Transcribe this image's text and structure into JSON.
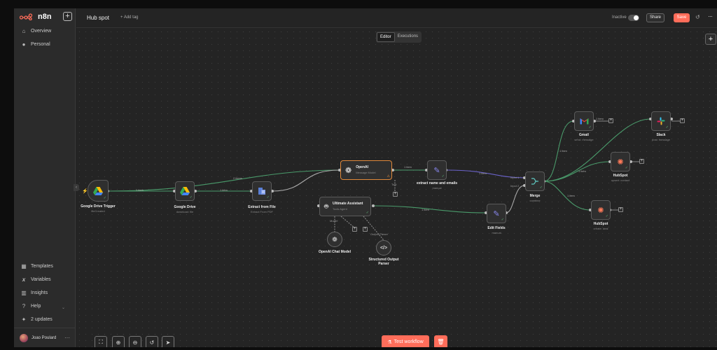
{
  "app": {
    "logo_text": "n8n",
    "brand_color": "#ff6d5a"
  },
  "sidebar": {
    "top_items": [
      {
        "label": "Overview",
        "icon": "home-icon"
      },
      {
        "label": "Personal",
        "icon": "user-icon"
      }
    ],
    "bottom_items": [
      {
        "label": "Templates",
        "icon": "templates-icon"
      },
      {
        "label": "Variables",
        "icon": "variables-icon"
      },
      {
        "label": "Insights",
        "icon": "insights-icon"
      },
      {
        "label": "Help",
        "icon": "help-icon"
      },
      {
        "label": "2 updates",
        "icon": "gift-icon"
      }
    ],
    "user_name": "Joao Poulard"
  },
  "topbar": {
    "workflow_name": "Hub spot",
    "add_tag": "+ Add tag",
    "status_label": "Inactive",
    "share_label": "Share",
    "save_label": "Save"
  },
  "canvas": {
    "tabs": [
      {
        "label": "Editor",
        "active": true
      },
      {
        "label": "Executions",
        "active": false
      }
    ],
    "test_workflow_label": "Test workflow"
  },
  "nodes": {
    "gdrive_trigger": {
      "title": "Google Drive Trigger",
      "sub": "fileCreated"
    },
    "gdrive": {
      "title": "Google Drive",
      "sub": "download: file"
    },
    "extract": {
      "title": "Extract from File",
      "sub": "Extract From PDF"
    },
    "openai": {
      "title": "OpenAI",
      "sub": "Message Model"
    },
    "extract_names": {
      "title": "extract name and emails",
      "sub": "manual"
    },
    "assistant": {
      "title": "Ultimate Assistant",
      "sub": "Tools Agent"
    },
    "chat_model": {
      "title": "OpenAI Chat Model",
      "port": "Model"
    },
    "parser": {
      "title": "Structured Output Parser",
      "port": "Output Parser"
    },
    "edit_fields": {
      "title": "Edit Fields",
      "sub": "manual"
    },
    "merge": {
      "title": "Merge",
      "sub": "combine",
      "input1": "Input 1",
      "input2": "Input 2"
    },
    "gmail": {
      "title": "Gmail",
      "sub": "send: message"
    },
    "slack": {
      "title": "Slack",
      "sub": "post: message"
    },
    "hubspot1": {
      "title": "HubSpot",
      "sub": "upsert: contact"
    },
    "hubspot2": {
      "title": "HubSpot",
      "sub": "create: deal"
    },
    "tools_port": "Tool"
  },
  "edges": {
    "item": "1 item",
    "items2": "2 items",
    "items1b": "1 item"
  }
}
